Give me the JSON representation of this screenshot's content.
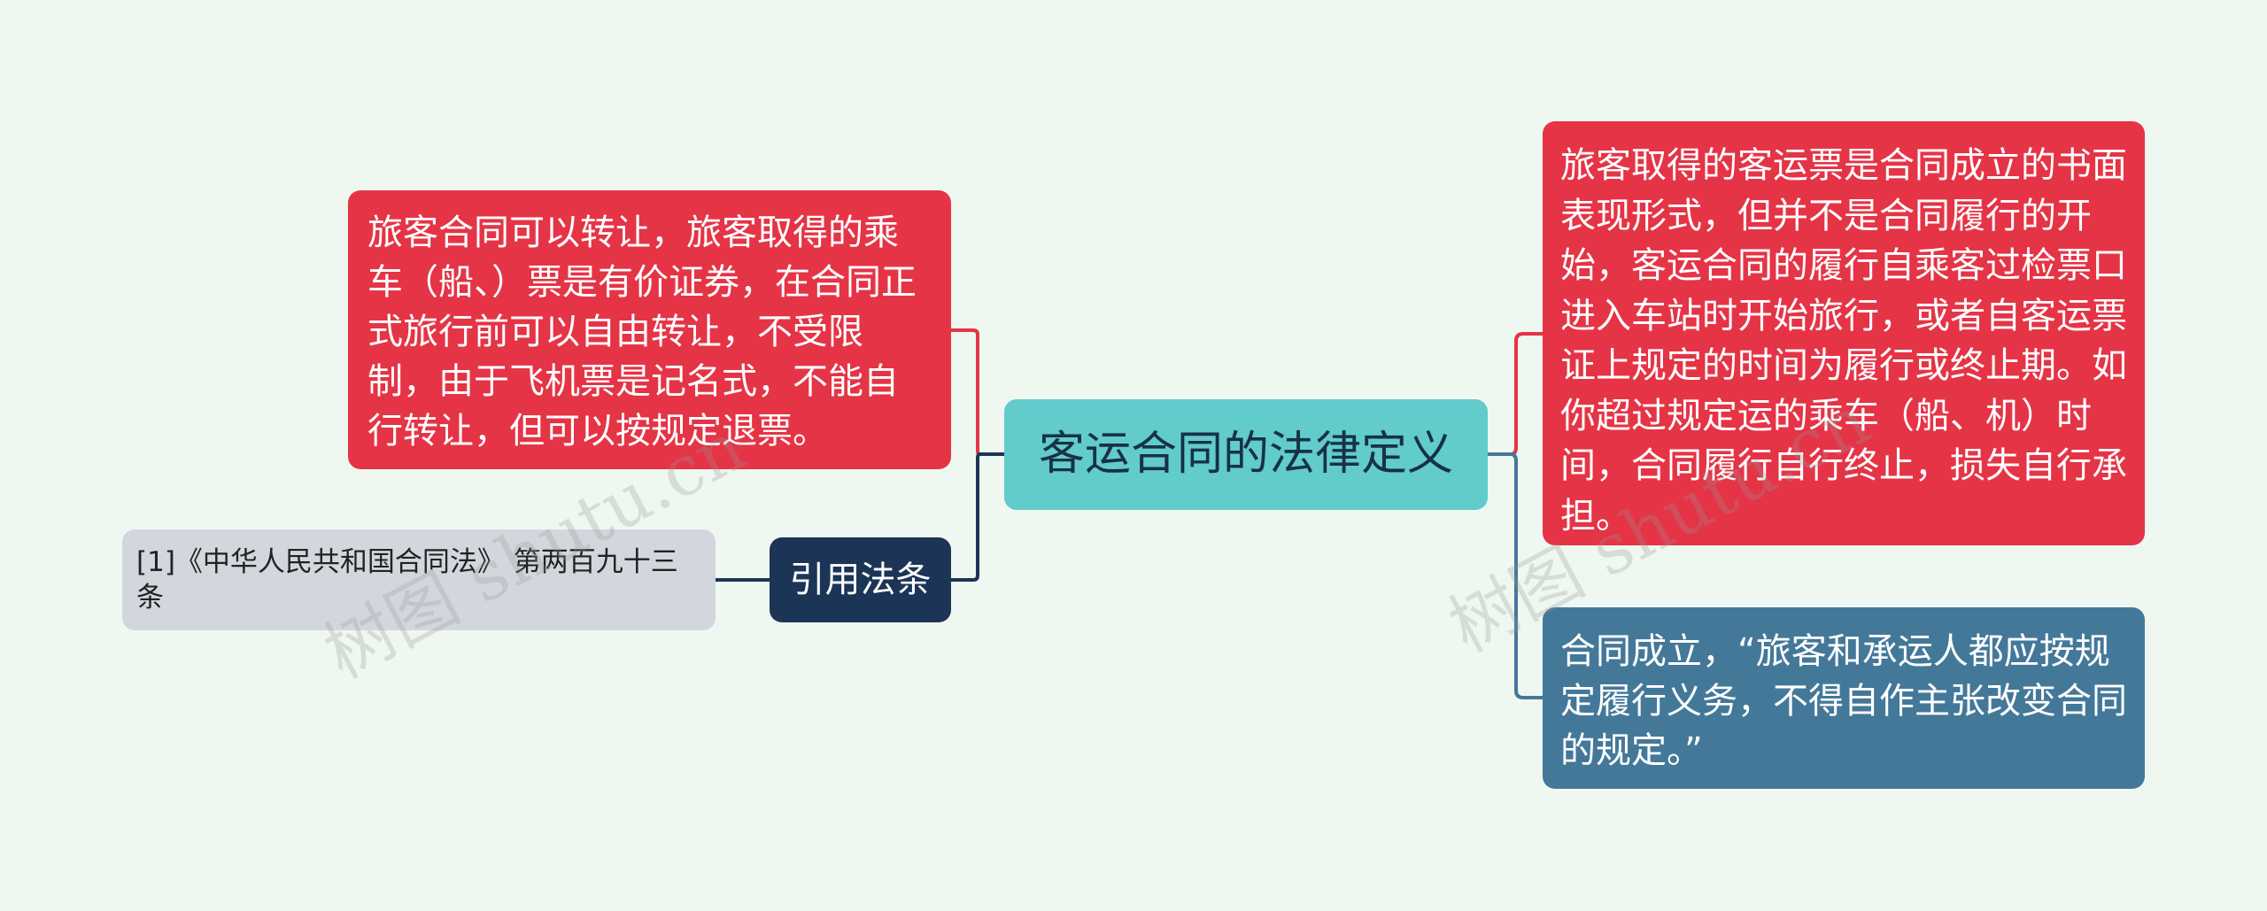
{
  "colors": {
    "background": "#eff8f0",
    "center": "#62cbcc",
    "red": "#e53446",
    "blue": "#447899",
    "navy": "#1c3556",
    "gray": "#d3d7dd",
    "line_red": "#e53446",
    "line_blue": "#447899",
    "line_navy": "#1c3556"
  },
  "mindmap": {
    "center": "客运合同的法律定义",
    "left_top": "旅客合同可以转让，旅客取得的乘车（船、）票是有价证券，在合同正式旅行前可以自由转让，不受限制，由于飞机票是记名式，不能自行转让，但可以按规定退票。",
    "cite_label": "引用法条",
    "reference": "[1]《中华人民共和国合同法》 第两百九十三条",
    "right_top": "旅客取得的客运票是合同成立的书面表现形式，但并不是合同履行的开始，客运合同的履行自乘客过检票口进入车站时开始旅行，或者自客运票证上规定的时间为履行或终止期。如你超过规定运的乘车（船、机）时间，合同履行自行终止，损失自行承担。",
    "right_bottom": "合同成立，“旅客和承运人都应按规定履行义务，不得自作主张改变合同的规定。”"
  }
}
